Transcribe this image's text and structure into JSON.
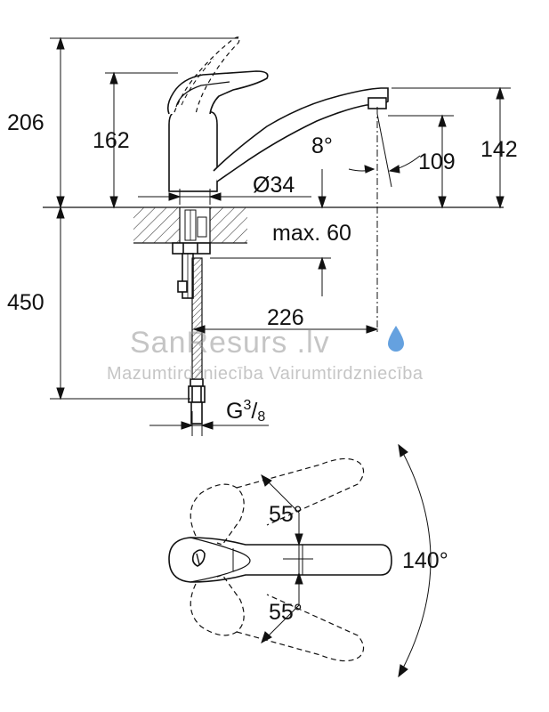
{
  "dimensions": {
    "total_height": "206",
    "body_height": "162",
    "spout_height": "142",
    "spout_clearance": "109",
    "spout_tilt": "8°",
    "base_diameter": "Ø34",
    "max_deck_thickness": "max. 60",
    "hose_length": "450",
    "spout_reach": "226",
    "connection_thread": {
      "letter": "G",
      "numerator": "3",
      "slash": "/",
      "denominator": "8"
    }
  },
  "rotation": {
    "upper_angle": "55°",
    "lower_angle": "55°",
    "total_angle": "140°"
  },
  "watermark": {
    "title": "SanResurs .lv",
    "subtitle": "Mazumtirdzniecība Vairumtirdzniecība",
    "color": "#4a90d9"
  }
}
